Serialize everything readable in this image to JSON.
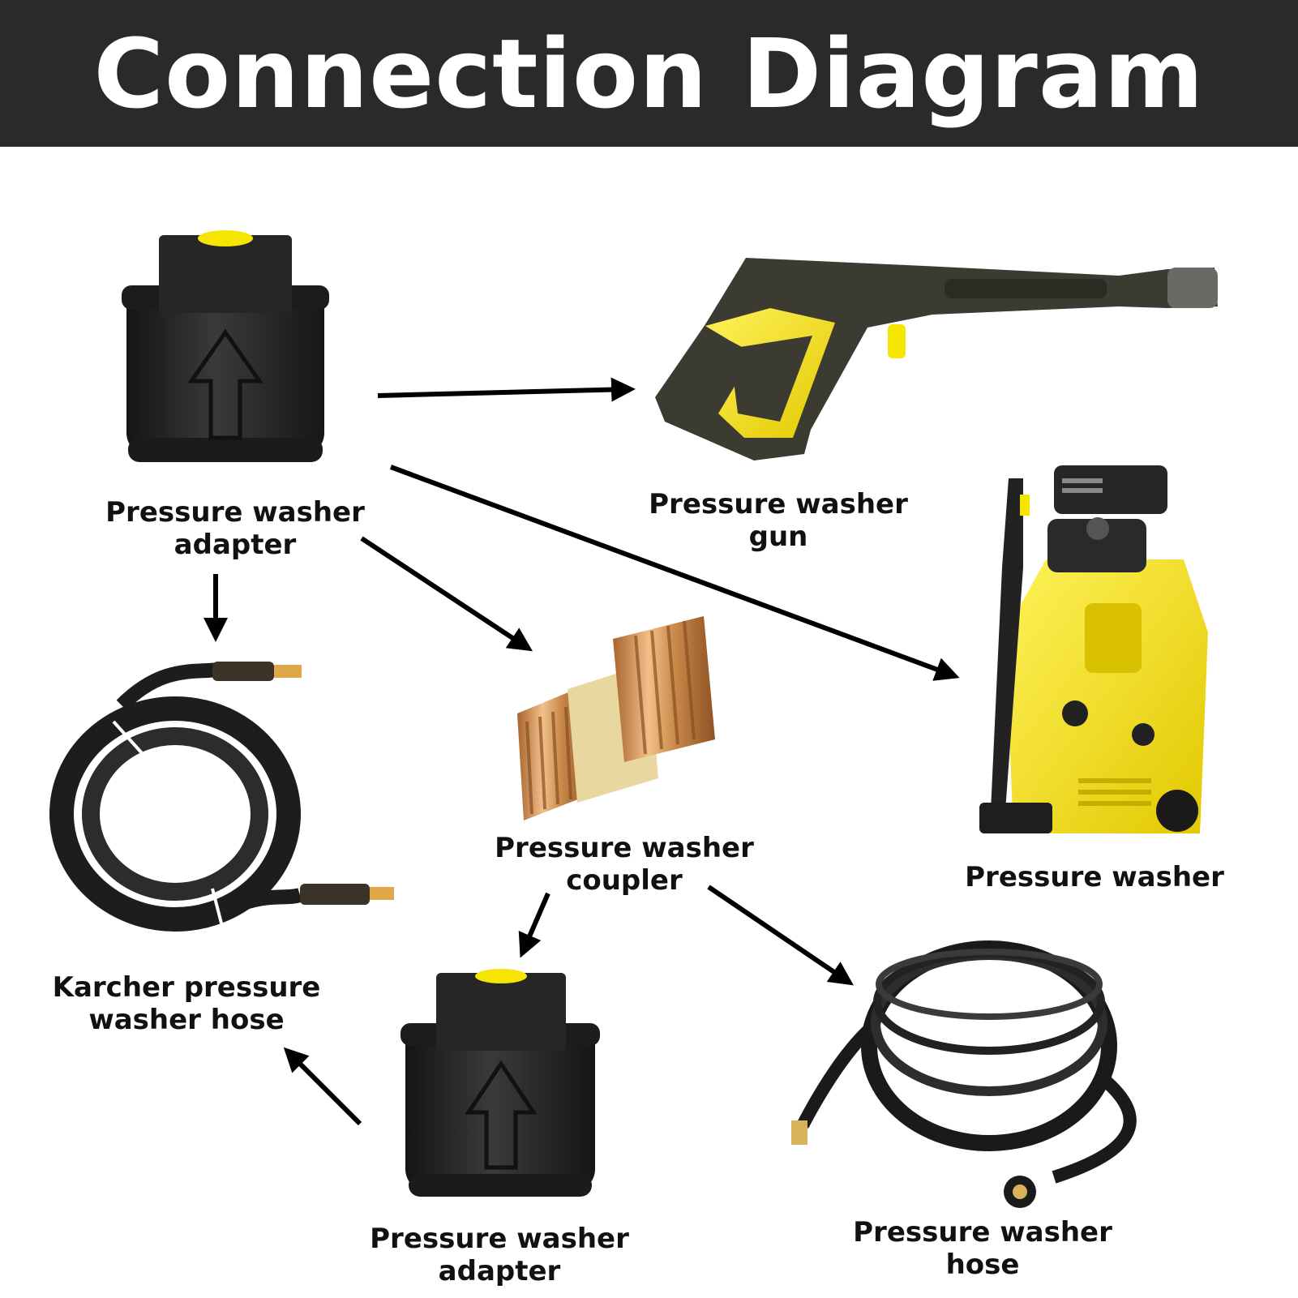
{
  "title": "Connection Diagram",
  "colors": {
    "banner_bg": "#2a2a2a",
    "banner_text": "#ffffff",
    "accent_yellow": "#f5e500",
    "rubber_black": "#232323",
    "brass": "#c98a4a",
    "arrow": "#000000"
  },
  "components": {
    "adapter_top": {
      "line1": "Pressure washer",
      "line2": "adapter",
      "icon": "adapter-icon"
    },
    "gun": {
      "line1": "Pressure washer",
      "line2": "gun",
      "icon": "spray-gun-icon"
    },
    "washer": {
      "line1": "Pressure washer",
      "icon": "pressure-washer-icon"
    },
    "coupler": {
      "line1": "Pressure washer",
      "line2": "coupler",
      "icon": "brass-coupler-icon"
    },
    "karcher_hose": {
      "line1": "Karcher pressure",
      "line2": "washer hose",
      "icon": "coiled-hose-icon"
    },
    "adapter_bottom": {
      "line1": "Pressure washer",
      "line2": "adapter",
      "icon": "adapter-icon"
    },
    "hose": {
      "line1": "Pressure washer",
      "line2": "hose",
      "icon": "coiled-hose-icon"
    }
  },
  "connections": [
    {
      "from": "Pressure washer adapter",
      "to": "Pressure washer gun"
    },
    {
      "from": "Pressure washer adapter",
      "to": "Pressure washer"
    },
    {
      "from": "Pressure washer adapter",
      "to": "Pressure washer coupler"
    },
    {
      "from": "Pressure washer adapter",
      "to": "Karcher pressure washer hose"
    },
    {
      "from": "Pressure washer coupler",
      "to": "Pressure washer adapter"
    },
    {
      "from": "Pressure washer coupler",
      "to": "Pressure washer hose"
    },
    {
      "from": "Pressure washer adapter",
      "to": "Karcher pressure washer hose"
    }
  ]
}
